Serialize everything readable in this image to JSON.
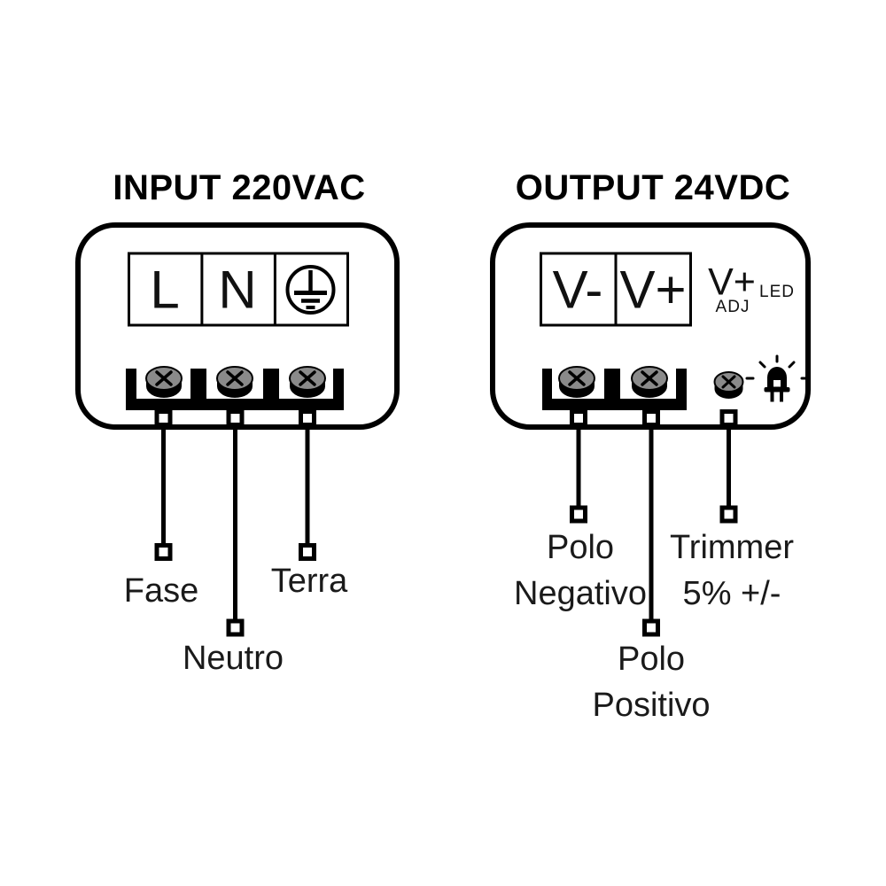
{
  "input_panel": {
    "title": "INPUT 220VAC",
    "terminal_labels": {
      "live": "L",
      "neutral": "N"
    },
    "ground_icon": "protective-earth-icon",
    "wire_labels": {
      "fase": "Fase",
      "neutro": "Neutro",
      "terra": "Terra"
    }
  },
  "output_panel": {
    "title": "OUTPUT 24VDC",
    "terminal_labels": {
      "negative": "V-",
      "positive": "V+"
    },
    "adj": {
      "line1": "V+",
      "line2": "ADJ"
    },
    "led_label": "LED",
    "wire_labels": {
      "negative_line1": "Polo",
      "negative_line2": "Negativo",
      "positive_line1": "Polo",
      "positive_line2": "Positivo",
      "trimmer_line1": "Trimmer",
      "trimmer_line2": "5% +/-"
    }
  },
  "icons": [
    "protective-earth-icon",
    "screw-head-icon",
    "led-icon"
  ],
  "colors": {
    "line": "#000000",
    "screw_gray": "#8a8a8a",
    "text": "#1a1a1a",
    "background": "#ffffff"
  }
}
